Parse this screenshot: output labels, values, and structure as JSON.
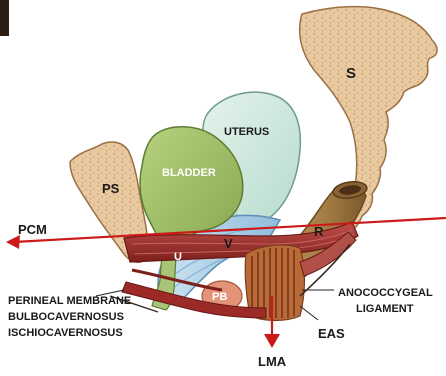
{
  "labels": {
    "s": "S",
    "ps": "PS",
    "uterus": "UTERUS",
    "bladder": "BLADDER",
    "v": "V",
    "u": "U",
    "r": "R",
    "pb": "PB",
    "pcm": "PCM",
    "eas": "EAS",
    "lma": "LMA",
    "anococcygeal_line1": "ANOCOCCYGEAL",
    "anococcygeal_line2": "LIGAMENT",
    "perineal_line1": "PERINEAL MEMBRANE",
    "perineal_line2": "BULBOCAVERNOSUS",
    "perineal_line3": "ISCHIOCAVERNOSUS"
  },
  "colors": {
    "bone": "#e9c9a0",
    "bone_dots": "#c99a6a",
    "bladder": "#9fbe66",
    "uterus": "#cfe7dd",
    "vagina": "#a9cde5",
    "muscle": "#9c2b28",
    "muscle_light": "#c0504a",
    "rectum": "#a57d45",
    "arrow": "#cc1a1a"
  }
}
